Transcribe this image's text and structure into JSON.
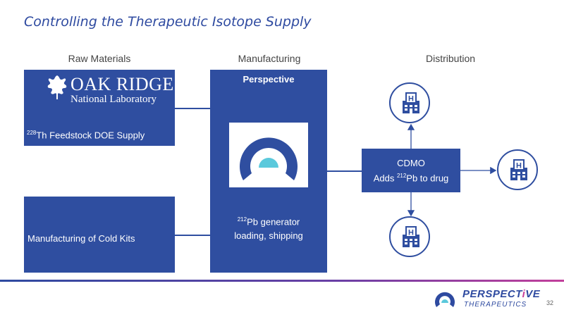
{
  "slide": {
    "title": "Controlling the Therapeutic Isotope Supply",
    "page_number": "32"
  },
  "columns": {
    "raw_materials": "Raw Materials",
    "manufacturing": "Manufacturing",
    "distribution": "Distribution"
  },
  "raw": {
    "ornl_line1": "OAK RIDGE",
    "ornl_line2": "National Laboratory",
    "feedstock_sup": "228",
    "feedstock_text": "Th Feedstock DOE Supply",
    "cold_kits": "Manufacturing of Cold Kits"
  },
  "manufacturing": {
    "company": "Perspective",
    "generator_sup": "212",
    "generator_line1": "Pb generator",
    "generator_line2": "loading, shipping"
  },
  "distribution": {
    "cdmo_title": "CDMO",
    "cdmo_prefix": "Adds ",
    "cdmo_sup": "212",
    "cdmo_suffix": "Pb to drug",
    "hospital_letter": "H"
  },
  "brand": {
    "name_main": "PERSPECT",
    "name_accent": "i",
    "name_end": "VE",
    "subtitle": "THERAPEUTICS"
  },
  "colors": {
    "box_blue": "#2f4ea0",
    "title_blue": "#2e4aa0",
    "logo_cyan": "#5bc9dc",
    "brand_magenta": "#c83f9a"
  },
  "icons": [
    "oak-leaf-icon",
    "hospital-icon",
    "perspective-logo-icon"
  ]
}
